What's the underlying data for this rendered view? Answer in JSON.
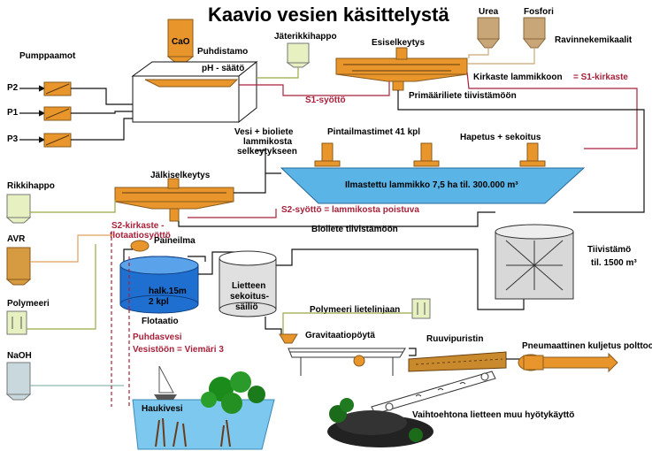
{
  "title": "Kaavio vesien käsittelystä",
  "labels": {
    "pumppaamot": "Pumppaamot",
    "p1": "P1",
    "p2": "P2",
    "p3": "P3",
    "cao": "CaO",
    "puhdistamo": "Puhdistamo",
    "ph_saato": "pH - säätö",
    "jaterikkihappo": "Jäterikkihappo",
    "esiselkeytys": "Esiselkeytys",
    "urea": "Urea",
    "fosfori": "Fosfori",
    "ravinnekemikaalit": "Ravinnekemikaalit",
    "kirkaste_lammikkoon": "Kirkaste lammikkoon",
    "s1_kirkaste": "= S1-kirkaste",
    "s1_syotto": "S1-syöttö",
    "primaariliete": "Primääriliete tiivistämöön",
    "vesi_bioliete_1": "Vesi + bioliete",
    "vesi_bioliete_2": "lammikosta",
    "vesi_bioliete_3": "selkeytykseen",
    "pintailmastimet": "Pintailmastimet 41 kpl",
    "hapetus": "Hapetus + sekoitus",
    "ilmastettu": "Ilmastettu lammikko 7,5 ha  til. 300.000 m³",
    "jalkiselkeytys": "Jälkiselkeytys",
    "rikkihappo": "Rikkihappo",
    "s2_syotto": "S2-syöttö = lammikosta poistuva",
    "s2_kirkaste_1": "S2-kirkaste -",
    "s2_kirkaste_2": "flotaatiosyöttö",
    "bioliete_tiivistamoon": "Bioliete tiivistämöön",
    "paineilma": "Paineilma",
    "avr": "AVR",
    "tiivistamo_1": "Tiivistämö",
    "tiivistamo_2": "til. 1500 m³",
    "lietteen_1": "Lietteen",
    "lietteen_2": "sekoitus-",
    "lietteen_3": "säiliö",
    "halk_1": "halk.15m",
    "halk_2": "2 kpl",
    "flotaatio": "Flotaatio",
    "polymeeri": "Polymeeri",
    "polymeeri_linja": "Polymeeri lietelinjaan",
    "gravitaatiopoyta": "Gravitaatiopöytä",
    "ruuvipuristin": "Ruuvipuristin",
    "pneumaattinen": "Pneumaattinen kuljetus polttoon",
    "puhdasvesi_1": "Puhdasvesi",
    "puhdasvesi_2": "Vesistöön = Viemäri 3",
    "naoh": "NaOH",
    "haukivesi": "Haukivesi",
    "vaihtoehtona": "Vaihtoehtona lietteen muu hyötykäyttö"
  },
  "colors": {
    "orange_equipment": "#e8962c",
    "pond_blue": "#5ab4e6",
    "flotation_blue": "#1f6fd1",
    "pipe_red": "#a8213a",
    "tank_tan": "#c9a678",
    "chem_green": "#e6f0c0",
    "avr_orange": "#d69a40",
    "naoh_grey": "#c8d8dc"
  }
}
